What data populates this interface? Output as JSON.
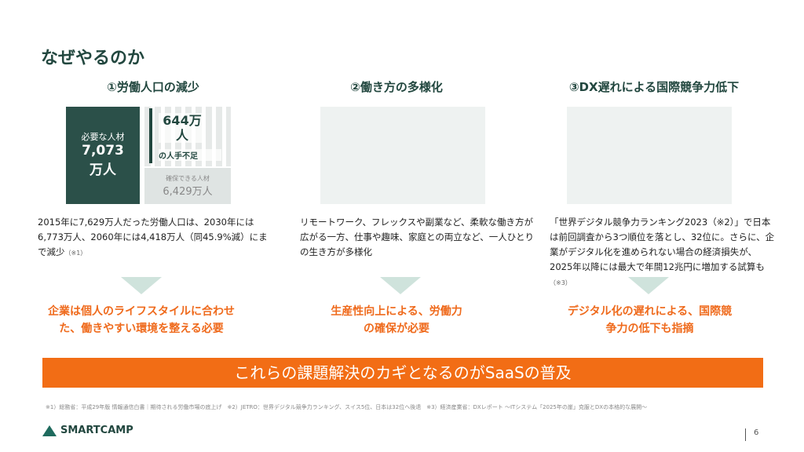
{
  "title": "なぜやるのか",
  "columns": [
    {
      "heading": "①労働人口の減少",
      "desc": "2015年に7,629万人だった労働人口は、2030年には6,773万人、2060年には4,418万人（同45.9%減）にまで減少",
      "note": "（※1）",
      "conclusion": "企業は個人のライフスタイルに合わせた、働きやすい環境を整える必要"
    },
    {
      "heading": "②働き方の多様化",
      "desc": "リモートワーク、フレックスや副業など、柔軟な働き方が広がる一方、仕事や趣味、家庭との両立など、一人ひとりの生き方が多様化",
      "note": "",
      "conclusion": "生産性向上による、労働力の確保が必要"
    },
    {
      "heading": "③DX遅れによる国際競争力低下",
      "desc": "「世界デジタル競争力ランキング2023（※2）」で日本は前回調査から3つ順位を落とし、32位に。さらに、企業がデジタル化を進められない場合の経済損失が、2025年以降には最大で年間12兆円に増加する試算も",
      "note": "（※3）",
      "conclusion": "デジタル化の遅れによる、国際競争力の低下も指摘"
    }
  ],
  "infographic": {
    "required_label": "必要な人材",
    "required_value": "7,073",
    "required_unit": "万人",
    "gap_value": "644万人",
    "gap_label": "の人手不足",
    "available_label": "確保できる人材",
    "available_value": "6,429万人"
  },
  "banner": "これらの課題解決のカギとなるのがSaaSの普及",
  "footnote": "※1）総務省：平成29年版 情報通信白書｜期待される労働市場の底上げ　※2）JETRO：世界デジタル競争力ランキング、スイス5位、日本は32位へ後退　※3）経済産業省：DXレポート ～ITシステム「2025年の崖」克服とDXの本格的な展開～",
  "logo": "SMARTCAMP",
  "page_number": "6",
  "colors": {
    "green": "#22473f",
    "orange": "#f26d15"
  }
}
